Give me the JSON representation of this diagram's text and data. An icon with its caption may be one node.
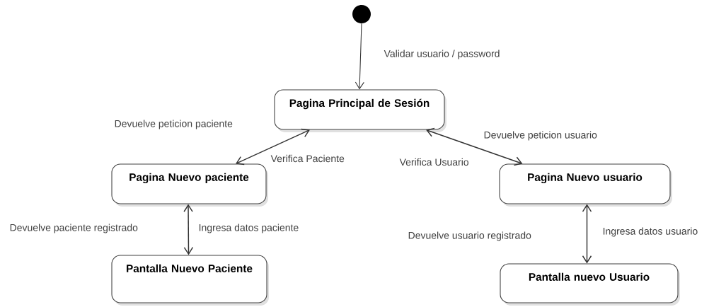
{
  "diagram": {
    "nodes": [
      {
        "text": [],
        "shape": "circle"
      },
      {
        "text": [
          "Pagina Principal de Sesión"
        ]
      },
      {
        "text": [
          "Pagina Nuevo paciente"
        ]
      },
      {
        "text": [
          "Pagina Nuevo usuario"
        ]
      },
      {
        "text": [
          "Pantalla Nuevo Paciente"
        ]
      },
      {
        "text": [
          "Pantalla nuevo Usuario"
        ]
      }
    ],
    "edges": [
      {
        "from": 0,
        "to": 1,
        "arrow": "to",
        "label": "Validar usuario / password"
      },
      {
        "from": 1,
        "to": 2,
        "arrow": "both",
        "label": "Verifica Paciente"
      },
      {
        "from": 1,
        "to": 3,
        "arrow": "both",
        "label": "Verifica Usuario"
      },
      {
        "from": 2,
        "to": 4,
        "arrow": "both",
        "label": "Ingresa datos paciente"
      },
      {
        "from": 3,
        "to": 5,
        "arrow": "both",
        "label": "Ingresa datos usuario"
      }
    ],
    "labels": [
      "Devuelve peticion paciente",
      "Devuelve peticion usuario",
      "Devuelve paciente registrado",
      "Devuelve usuario registrado"
    ]
  }
}
